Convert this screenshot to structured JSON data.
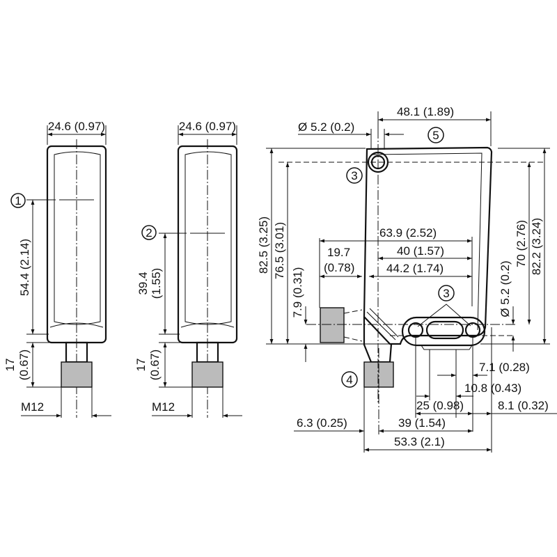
{
  "drawing": {
    "view1": {
      "callout": "1",
      "width_label": "24.6 (0.97)",
      "height_label": "54.4 (2.14)",
      "connector_label_a": "17",
      "connector_label_b": "(0.67)",
      "thread_label": "M12"
    },
    "view2": {
      "callout": "2",
      "width_label": "24.6 (0.97)",
      "height_label_a": "39.4",
      "height_label_b": "(1.55)",
      "connector_label_a": "17",
      "connector_label_b": "(0.67)",
      "thread_label": "M12"
    },
    "view3": {
      "callouts": [
        "3",
        "3",
        "4",
        "5"
      ],
      "dims": {
        "width_top": "48.1 (1.89)",
        "hole_dia_top": "Ø 5.2 (0.2)",
        "overall_height": "82.5 (3.25)",
        "hole_height": "76.5 (3.01)",
        "offset_a": "7.9 (0.31)",
        "d63": "63.9 (2.52)",
        "d19_a": "19.7",
        "d19_b": "(0.78)",
        "d40": "40 (1.57)",
        "d44": "44.2 (1.74)",
        "hole_dia_side": "Ø 5.2 (0.2)",
        "d70": "70 (2.76)",
        "d82": "82.2 (3.24)",
        "d7_1": "7.1 (0.28)",
        "d10_8": "10.8 (0.43)",
        "d25": "25 (0.98)",
        "d8_1": "8.1 (0.32)",
        "d6_3": "6.3 (0.25)",
        "d39": "39 (1.54)",
        "d53_3": "53.3 (2.1)"
      }
    }
  }
}
